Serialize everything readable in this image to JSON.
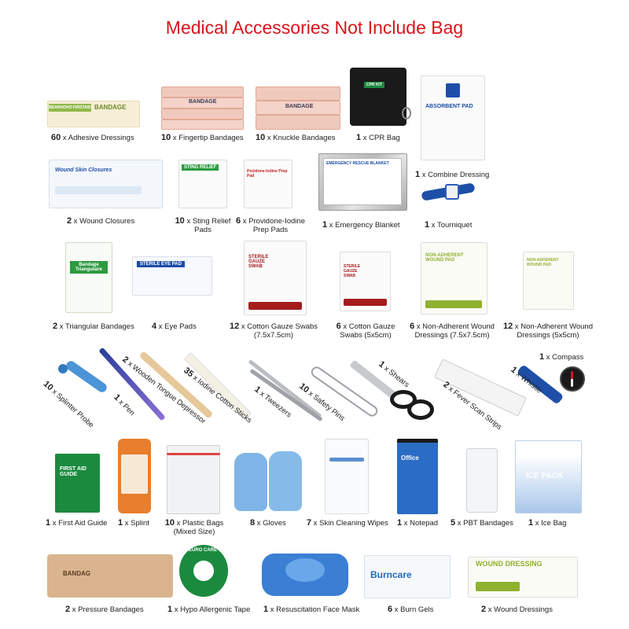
{
  "title": "Medical Accessories Not Include Bag",
  "items": [
    {
      "qty": "60",
      "label": "x Adhesive Dressings",
      "pkg_text": "BANDAGE",
      "brand": "BEARHOHO FIRSTAID"
    },
    {
      "qty": "10",
      "label": "x Fingertip Bandages",
      "pkg_text": "BANDAGE"
    },
    {
      "qty": "10",
      "label": "x Knuckle Bandages",
      "pkg_text": "BANDAGE"
    },
    {
      "qty": "1",
      "label": "x CPR Bag",
      "pkg_text": "CPR KIT"
    },
    {
      "qty": "1",
      "label": "x Combine Dressing",
      "pkg_text": "ABSORBENT PAD"
    },
    {
      "qty": "2",
      "label": "x Wound Closures",
      "pkg_text": "Wound Skin Closures"
    },
    {
      "qty": "10",
      "label": "x Sting Relief Pads",
      "pkg_text": "STING RELIEF"
    },
    {
      "qty": "6",
      "label": "x Providone-Iodine Prep Pads",
      "pkg_text": "Povidone-Iodine Prep Pad"
    },
    {
      "qty": "1",
      "label": "x Emergency Blanket",
      "pkg_text": "EMERGENCY RESCUE BLANKET"
    },
    {
      "qty": "1",
      "label": "x Tourniquet"
    },
    {
      "qty": "2",
      "label": "x Triangular Bandages",
      "pkg_text": "Bandage Triangulaire"
    },
    {
      "qty": "4",
      "label": "x Eye Pads",
      "pkg_text": "STERILE EYE PAD"
    },
    {
      "qty": "12",
      "label": "x Cotton Gauze Swabs (7.5x7.5cm)",
      "pkg_text": "STERILE GAUZE SWAB"
    },
    {
      "qty": "6",
      "label": "x Cotton Gauze Swabs (5x5cm)",
      "pkg_text": "STERILE GAUZE SWAB"
    },
    {
      "qty": "6",
      "label": "x Non-Adherent Wound Dressings (7.5x7.5cm)",
      "pkg_text": "NON-ADHERENT WOUND PAD"
    },
    {
      "qty": "12",
      "label": "x Non-Adherent Wound Dressings (5x5cm)",
      "pkg_text": "NON-ADHERENT WOUND PAD"
    },
    {
      "qty": "10",
      "label": "x Splinter Probe"
    },
    {
      "qty": "1",
      "label": "x Pen"
    },
    {
      "qty": "2",
      "label": "x Wooden Tongue Depressor"
    },
    {
      "qty": "35",
      "label": "x Iodine Cotton Sticks"
    },
    {
      "qty": "1",
      "label": "x Tweezers"
    },
    {
      "qty": "10",
      "label": "x Safety Pins"
    },
    {
      "qty": "1",
      "label": "x Shears"
    },
    {
      "qty": "2",
      "label": "x Fever Scan Strips"
    },
    {
      "qty": "1",
      "label": "x Whistle"
    },
    {
      "qty": "1",
      "label": "x Compass"
    },
    {
      "qty": "1",
      "label": "x First Aid Guide",
      "pkg_text": "FIRST AID GUIDE"
    },
    {
      "qty": "1",
      "label": "x Splint"
    },
    {
      "qty": "10",
      "label": "x Plastic Bags (Mixed Size)"
    },
    {
      "qty": "8",
      "label": "x Gloves"
    },
    {
      "qty": "7",
      "label": "x Skin Cleaning Wipes"
    },
    {
      "qty": "1",
      "label": "x Notepad",
      "pkg_text": "Office"
    },
    {
      "qty": "5",
      "label": "x PBT Bandages"
    },
    {
      "qty": "1",
      "label": "x Ice Bag",
      "pkg_text": "ICE PACK"
    },
    {
      "qty": "2",
      "label": "x Pressure Bandages",
      "pkg_text": "BANDAG"
    },
    {
      "qty": "1",
      "label": "x Hypo Allergenic Tape",
      "pkg_text": "EURO CARE"
    },
    {
      "qty": "1",
      "label": "x Resuscitation Face Mask"
    },
    {
      "qty": "6",
      "label": "x Burn Gels",
      "pkg_text": "Burncare"
    },
    {
      "qty": "2",
      "label": "x Wound Dressings",
      "pkg_text": "WOUND DRESSING"
    }
  ],
  "colors": {
    "title": "#d8141c",
    "brand_green": "#1b8a3e",
    "bandage_pink": "#e8b0a0",
    "blue_ink": "#1e4fa8"
  }
}
